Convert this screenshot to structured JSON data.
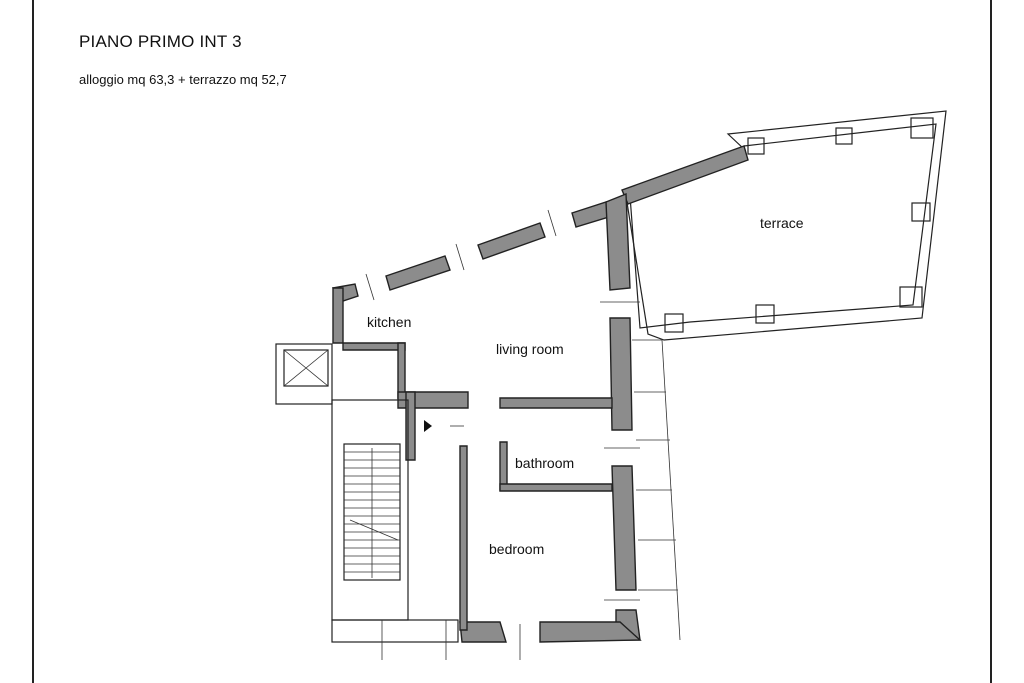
{
  "header": {
    "title": "PIANO PRIMO INT 3",
    "subtitle": "alloggio mq 63,3 + terrazzo mq 52,7"
  },
  "rooms": {
    "terrace": "terrace",
    "kitchen": "kitchen",
    "living_room": "living room",
    "bathroom": "bathroom",
    "bedroom": "bedroom"
  },
  "colors": {
    "wall_fill": "#8c8c8c",
    "line": "#222222",
    "background": "#ffffff"
  }
}
